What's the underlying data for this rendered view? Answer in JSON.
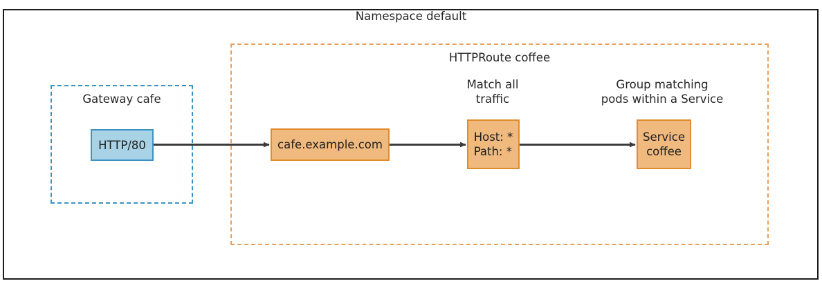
{
  "diagram": {
    "namespace": {
      "label": "Namespace default",
      "border_color": "#1a1a1a"
    },
    "groups": [
      {
        "name": "gateway",
        "label": "Gateway cafe",
        "border_color": "#3b93c4",
        "style": "dashed"
      },
      {
        "name": "httproute",
        "label": "HTTPRoute coffee",
        "border_color": "#e8a05c",
        "style": "dashed"
      }
    ],
    "nodes": [
      {
        "name": "listener",
        "label": "HTTP/80",
        "fill": "#a8d3e6",
        "stroke": "#3b93c4"
      },
      {
        "name": "hostname",
        "label": "cafe.example.com",
        "fill": "#f0b97e",
        "stroke": "#e08b2c"
      },
      {
        "name": "match-rule",
        "label": "Host: *\nPath: *",
        "fill": "#f0b97e",
        "stroke": "#e08b2c"
      },
      {
        "name": "backend-service",
        "label": "Service\ncoffee",
        "fill": "#f0b97e",
        "stroke": "#e08b2c"
      }
    ],
    "annotations": [
      {
        "name": "match-annotation",
        "text": "Match all\ntraffic"
      },
      {
        "name": "service-annotation",
        "text": "Group matching\npods within a Service"
      }
    ],
    "connectors": [
      {
        "name": "listener-to-hostname",
        "from": "listener",
        "to": "hostname",
        "color": "#3b3b3b"
      },
      {
        "name": "hostname-to-match",
        "from": "hostname",
        "to": "match-rule",
        "color": "#3b3b3b"
      },
      {
        "name": "match-to-service",
        "from": "match-rule",
        "to": "backend-service",
        "color": "#3b3b3b"
      }
    ]
  }
}
